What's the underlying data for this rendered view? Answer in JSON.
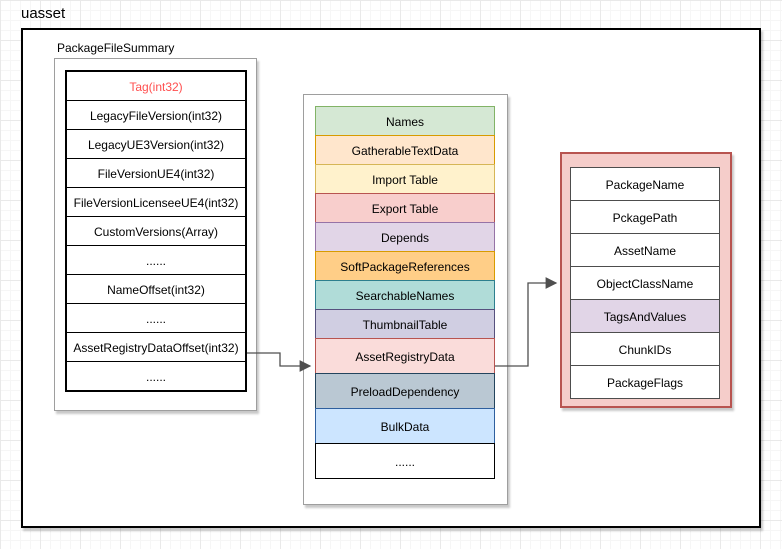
{
  "diagram_title": "uasset",
  "package_file_summary": {
    "label": "PackageFileSummary",
    "tag_text_color": "#ff4f4f",
    "rows": [
      "Tag(int32)",
      "LegacyFileVersion(int32)",
      "LegacyUE3Version(int32)",
      "FileVersionUE4(int32)",
      "FileVersionLicenseeUE4(int32)",
      "CustomVersions(Array)",
      "......",
      "NameOffset(int32)",
      "......",
      "AssetRegistryDataOffset(int32)",
      "......"
    ]
  },
  "file_layout": {
    "rows": [
      {
        "label": "Names",
        "fill": "#d5e8d4",
        "stroke": "#82b366"
      },
      {
        "label": "GatherableTextData",
        "fill": "#ffe6cc",
        "stroke": "#d79b00"
      },
      {
        "label": "Import Table",
        "fill": "#fff2cc",
        "stroke": "#d6b656"
      },
      {
        "label": "Export Table",
        "fill": "#f8cecc",
        "stroke": "#b85450"
      },
      {
        "label": "Depends",
        "fill": "#e1d5e7",
        "stroke": "#9673a6"
      },
      {
        "label": "SoftPackageReferences",
        "fill": "#ffce87",
        "stroke": "#d79b00"
      },
      {
        "label": "SearchableNames",
        "fill": "#b0dcd8",
        "stroke": "#2d7f8e"
      },
      {
        "label": "ThumbnailTable",
        "fill": "#d0cee2",
        "stroke": "#56517e"
      },
      {
        "label": "AssetRegistryData",
        "fill": "#fadcda",
        "stroke": "#b85450"
      },
      {
        "label": "PreloadDependency",
        "fill": "#bac8d3",
        "stroke": "#23445d"
      },
      {
        "label": "BulkData",
        "fill": "#cce5ff",
        "stroke": "#2e5f9e"
      },
      {
        "label": "......",
        "fill": "#ffffff",
        "stroke": "#000000"
      }
    ]
  },
  "asset_registry_detail": {
    "fill": "#f5cdca",
    "stroke": "#b85450",
    "rows": [
      {
        "label": "PackageName",
        "fill": "#ffffff"
      },
      {
        "label": "PckagePath",
        "fill": "#ffffff"
      },
      {
        "label": "AssetName",
        "fill": "#ffffff"
      },
      {
        "label": "ObjectClassName",
        "fill": "#ffffff"
      },
      {
        "label": "TagsAndValues",
        "fill": "#e1d5e7"
      },
      {
        "label": "ChunkIDs",
        "fill": "#ffffff"
      },
      {
        "label": "PackageFlags",
        "fill": "#ffffff"
      }
    ]
  },
  "connectors": [
    {
      "from": "AssetRegistryDataOffset(int32)",
      "to": "AssetRegistryData"
    },
    {
      "from": "AssetRegistryData",
      "to": "asset-registry-detail-block"
    }
  ],
  "connector_color": "#4f4f4f"
}
